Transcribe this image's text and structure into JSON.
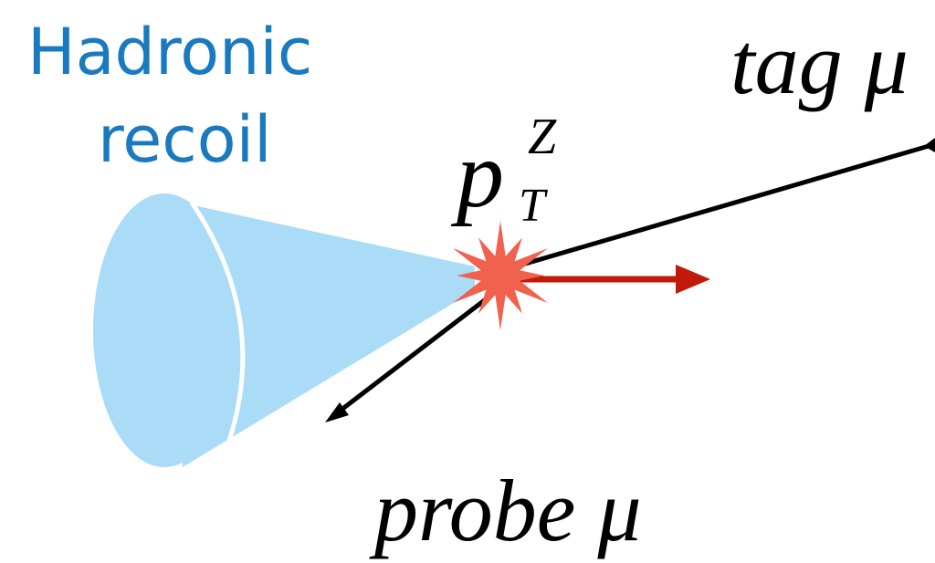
{
  "labels": {
    "hadronic_line1": "Hadronic",
    "hadronic_line2": "recoil",
    "tag": "tag μ",
    "probe": "probe μ",
    "pt_main": "p",
    "pt_sub": "T",
    "pt_sup": "Z"
  },
  "colors": {
    "cone_fill": "#aadcf8",
    "star_fill": "#f0614e",
    "pt_arrow": "#c01a0a",
    "muon_track": "#000000",
    "label_blue": "#1a7abf"
  }
}
